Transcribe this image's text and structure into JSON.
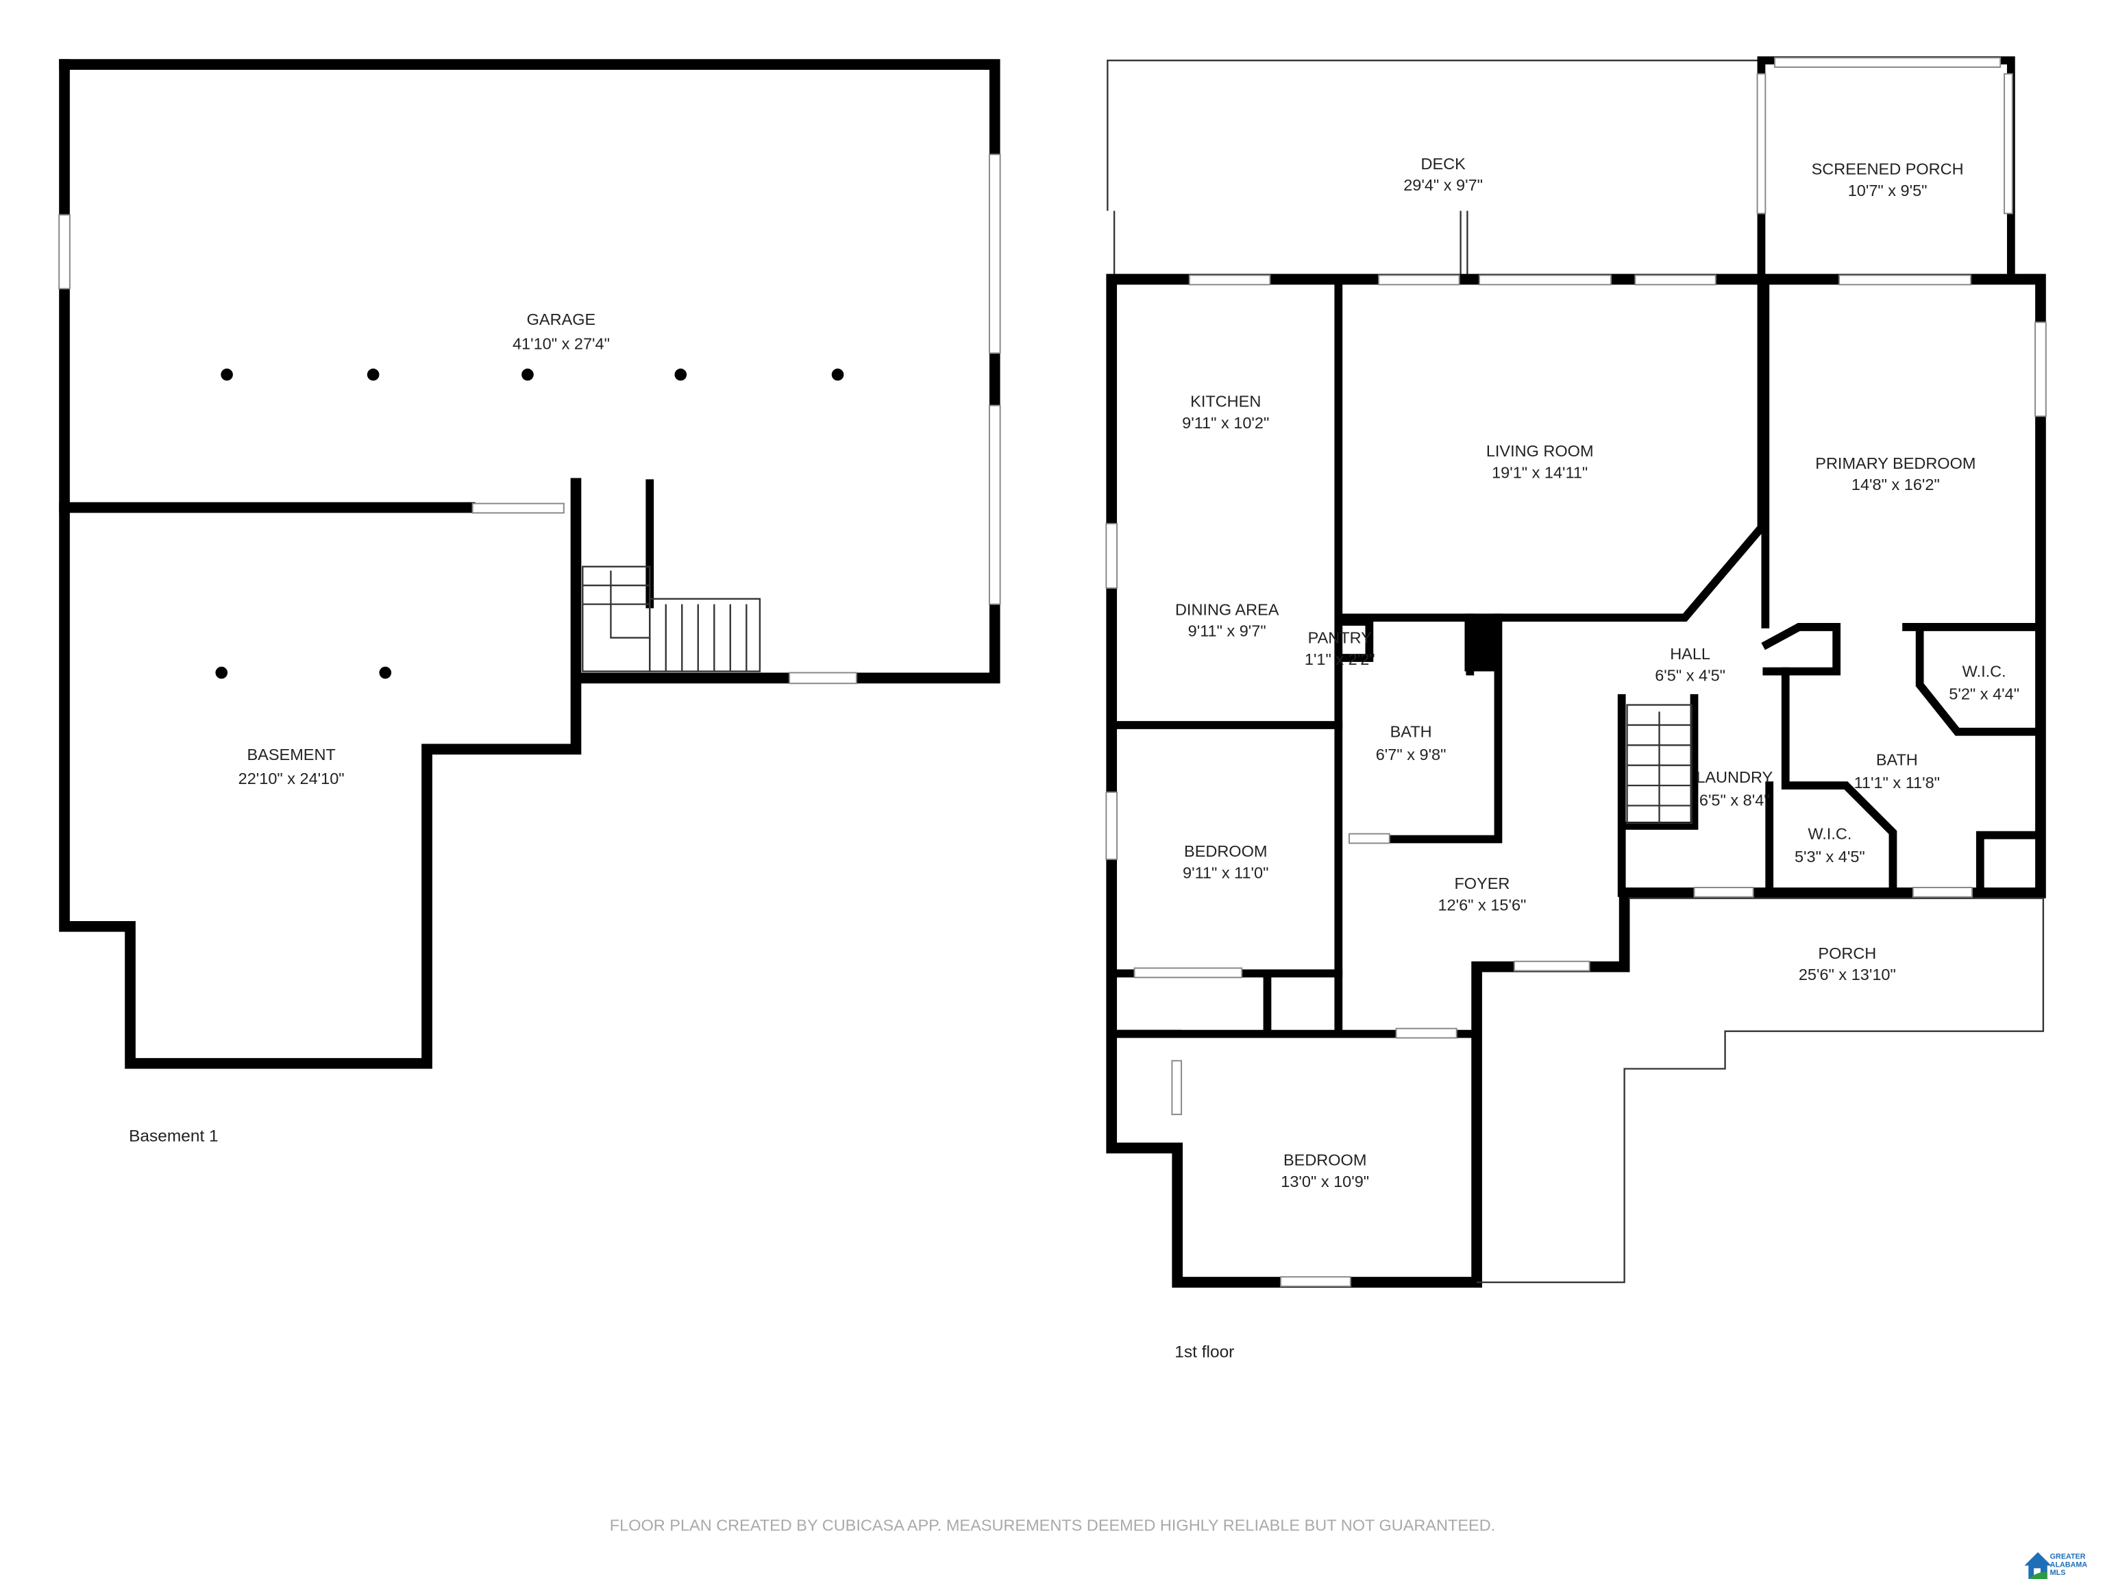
{
  "basement_level": {
    "label": "Basement 1",
    "rooms": [
      {
        "name": "GARAGE",
        "size": "41'10\" x 27'4\""
      },
      {
        "name": "BASEMENT",
        "size": "22'10\" x 24'10\""
      }
    ]
  },
  "first_floor": {
    "label": "1st floor",
    "rooms": [
      {
        "name": "DECK",
        "size": "29'4\" x 9'7\""
      },
      {
        "name": "SCREENED PORCH",
        "size": "10'7\" x 9'5\""
      },
      {
        "name": "KITCHEN",
        "size": "9'11\" x 10'2\""
      },
      {
        "name": "LIVING ROOM",
        "size": "19'1\" x 14'11\""
      },
      {
        "name": "PRIMARY BEDROOM",
        "size": "14'8\" x 16'2\""
      },
      {
        "name": "DINING AREA",
        "size": "9'11\" x 9'7\""
      },
      {
        "name": "PANTRY",
        "size": "1'1\" x 2'2\""
      },
      {
        "name": "HALL",
        "size": "6'5\" x 4'5\""
      },
      {
        "name": "W.I.C.",
        "size": "5'2\" x 4'4\""
      },
      {
        "name": "BATH",
        "size": "6'7\" x 9'8\""
      },
      {
        "name": "BATH",
        "size": "11'1\" x 11'8\""
      },
      {
        "name": "LAUNDRY",
        "size": "6'5\" x 8'4\""
      },
      {
        "name": "W.I.C.",
        "size": "5'3\" x 4'5\""
      },
      {
        "name": "BEDROOM",
        "size": "9'11\" x 11'0\""
      },
      {
        "name": "FOYER",
        "size": "12'6\" x 15'6\""
      },
      {
        "name": "PORCH",
        "size": "25'6\" x 13'10\""
      },
      {
        "name": "BEDROOM",
        "size": "13'0\" x 10'9\""
      }
    ]
  },
  "footer": {
    "disclaimer": "FLOOR PLAN CREATED BY CUBICASA APP. MEASUREMENTS DEEMED HIGHLY RELIABLE BUT NOT GUARANTEED.",
    "logo_text": "GREATER ALABAMA MLS"
  },
  "colors": {
    "wall": "#000000",
    "logo_blue": "#1f6fb8",
    "logo_green": "#2e9a3f",
    "footer_text": "#a9a9a9"
  }
}
